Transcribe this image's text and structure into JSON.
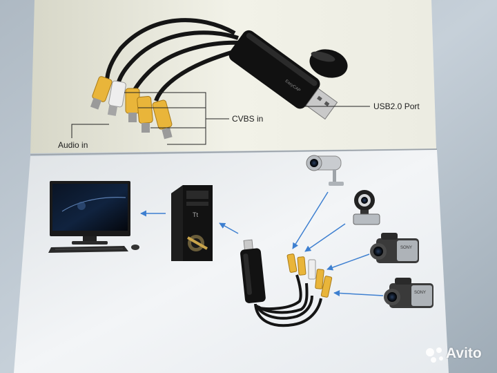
{
  "labels": {
    "usb_port": "USB2.0 Port",
    "cvbs_in": "CVBS in",
    "audio_in": "Audio in"
  },
  "watermark": {
    "text": "Avito"
  },
  "colors": {
    "rca_yellow": "#e9b53a",
    "rca_white": "#eeeeee",
    "cable_black": "#151515",
    "arrow_blue": "#3d7fd0"
  },
  "icons": [
    "monitor-icon",
    "keyboard-icon",
    "mouse-icon",
    "pc-tower-icon",
    "security-camera-icon",
    "webcam-icon",
    "camcorder-icon"
  ]
}
